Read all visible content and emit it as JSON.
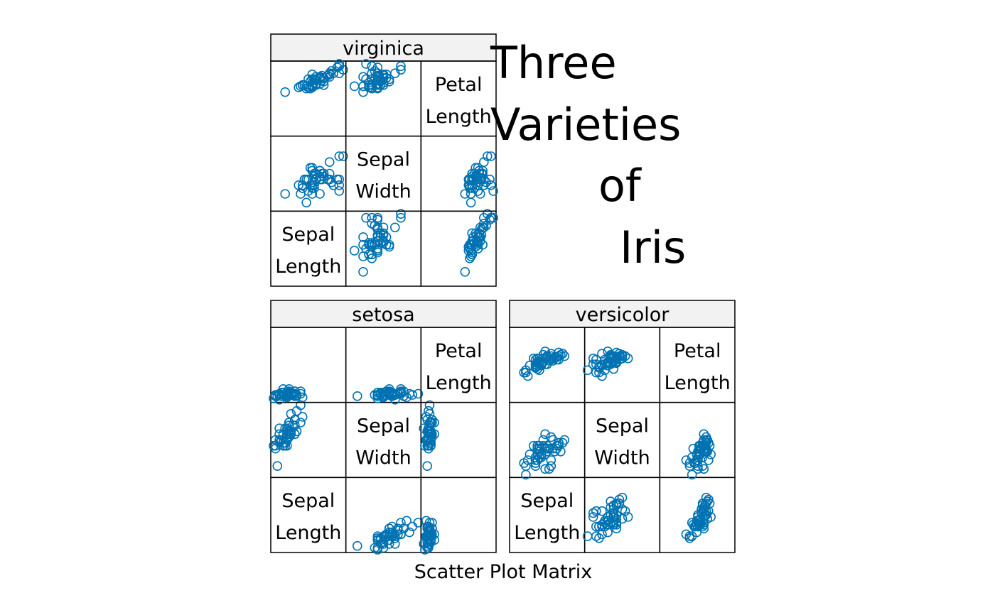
{
  "chart_data": {
    "type": "scatter",
    "subtype": "scatterplot-matrix",
    "title_lines": [
      "Three",
      "Varieties",
      "of",
      "Iris"
    ],
    "xlabel": "Scatter Plot Matrix",
    "variables": [
      {
        "name": "Sepal.Length",
        "label_lines": [
          "Sepal",
          "Length"
        ],
        "range": [
          4.3,
          7.9
        ]
      },
      {
        "name": "Sepal.Width",
        "label_lines": [
          "Sepal",
          "Width"
        ],
        "range": [
          2.0,
          4.4
        ]
      },
      {
        "name": "Petal.Length",
        "label_lines": [
          "Petal",
          "Length"
        ],
        "range": [
          1.0,
          6.9
        ]
      }
    ],
    "point_color": "#0072B2",
    "strip_color": "#F2F2F2",
    "panels": [
      {
        "name": "setosa",
        "points": [
          [
            5.1,
            3.5,
            1.4
          ],
          [
            4.9,
            3.0,
            1.4
          ],
          [
            4.7,
            3.2,
            1.3
          ],
          [
            4.6,
            3.1,
            1.5
          ],
          [
            5.0,
            3.6,
            1.4
          ],
          [
            5.4,
            3.9,
            1.7
          ],
          [
            4.6,
            3.4,
            1.4
          ],
          [
            5.0,
            3.4,
            1.5
          ],
          [
            4.4,
            2.9,
            1.4
          ],
          [
            4.9,
            3.1,
            1.5
          ],
          [
            5.4,
            3.7,
            1.5
          ],
          [
            4.8,
            3.4,
            1.6
          ],
          [
            4.8,
            3.0,
            1.4
          ],
          [
            4.3,
            3.0,
            1.1
          ],
          [
            5.8,
            4.0,
            1.2
          ],
          [
            5.7,
            4.4,
            1.5
          ],
          [
            5.4,
            3.9,
            1.3
          ],
          [
            5.1,
            3.5,
            1.4
          ],
          [
            5.7,
            3.8,
            1.7
          ],
          [
            5.1,
            3.8,
            1.5
          ],
          [
            5.4,
            3.4,
            1.7
          ],
          [
            5.1,
            3.7,
            1.5
          ],
          [
            4.6,
            3.6,
            1.0
          ],
          [
            5.1,
            3.3,
            1.7
          ],
          [
            4.8,
            3.4,
            1.9
          ],
          [
            5.0,
            3.0,
            1.6
          ],
          [
            5.0,
            3.4,
            1.6
          ],
          [
            5.2,
            3.5,
            1.5
          ],
          [
            5.2,
            3.4,
            1.4
          ],
          [
            4.7,
            3.2,
            1.6
          ],
          [
            4.8,
            3.1,
            1.6
          ],
          [
            5.4,
            3.4,
            1.5
          ],
          [
            5.2,
            4.1,
            1.5
          ],
          [
            5.5,
            4.2,
            1.4
          ],
          [
            4.9,
            3.1,
            1.5
          ],
          [
            5.0,
            3.2,
            1.2
          ],
          [
            5.5,
            3.5,
            1.3
          ],
          [
            4.9,
            3.6,
            1.4
          ],
          [
            4.4,
            3.0,
            1.3
          ],
          [
            5.1,
            3.4,
            1.5
          ],
          [
            5.0,
            3.5,
            1.3
          ],
          [
            4.5,
            2.3,
            1.3
          ],
          [
            4.4,
            3.2,
            1.3
          ],
          [
            5.0,
            3.5,
            1.6
          ],
          [
            5.1,
            3.8,
            1.9
          ],
          [
            4.8,
            3.0,
            1.4
          ],
          [
            5.1,
            3.8,
            1.6
          ],
          [
            4.6,
            3.2,
            1.4
          ],
          [
            5.3,
            3.7,
            1.5
          ],
          [
            5.0,
            3.3,
            1.4
          ]
        ]
      },
      {
        "name": "versicolor",
        "points": [
          [
            7.0,
            3.2,
            4.7
          ],
          [
            6.4,
            3.2,
            4.5
          ],
          [
            6.9,
            3.1,
            4.9
          ],
          [
            5.5,
            2.3,
            4.0
          ],
          [
            6.5,
            2.8,
            4.6
          ],
          [
            5.7,
            2.8,
            4.5
          ],
          [
            6.3,
            3.3,
            4.7
          ],
          [
            4.9,
            2.4,
            3.3
          ],
          [
            6.6,
            2.9,
            4.6
          ],
          [
            5.2,
            2.7,
            3.9
          ],
          [
            5.0,
            2.0,
            3.5
          ],
          [
            5.9,
            3.0,
            4.2
          ],
          [
            6.0,
            2.2,
            4.0
          ],
          [
            6.1,
            2.9,
            4.7
          ],
          [
            5.6,
            2.9,
            3.6
          ],
          [
            6.7,
            3.1,
            4.4
          ],
          [
            5.6,
            3.0,
            4.5
          ],
          [
            5.8,
            2.7,
            4.1
          ],
          [
            6.2,
            2.2,
            4.5
          ],
          [
            5.6,
            2.5,
            3.9
          ],
          [
            5.9,
            3.2,
            4.8
          ],
          [
            6.1,
            2.8,
            4.0
          ],
          [
            6.3,
            2.5,
            4.9
          ],
          [
            6.1,
            2.8,
            4.7
          ],
          [
            6.4,
            2.9,
            4.3
          ],
          [
            6.6,
            3.0,
            4.4
          ],
          [
            6.8,
            2.8,
            4.8
          ],
          [
            6.7,
            3.0,
            5.0
          ],
          [
            6.0,
            2.9,
            4.5
          ],
          [
            5.7,
            2.6,
            3.5
          ],
          [
            5.5,
            2.4,
            3.8
          ],
          [
            5.5,
            2.4,
            3.7
          ],
          [
            5.8,
            2.7,
            3.9
          ],
          [
            6.0,
            2.7,
            5.1
          ],
          [
            5.4,
            3.0,
            4.5
          ],
          [
            6.0,
            3.4,
            4.5
          ],
          [
            6.7,
            3.1,
            4.7
          ],
          [
            6.3,
            2.3,
            4.4
          ],
          [
            5.6,
            3.0,
            4.1
          ],
          [
            5.5,
            2.5,
            4.0
          ],
          [
            5.5,
            2.6,
            4.4
          ],
          [
            6.1,
            3.0,
            4.6
          ],
          [
            5.8,
            2.6,
            4.0
          ],
          [
            5.0,
            2.3,
            3.3
          ],
          [
            5.6,
            2.7,
            4.2
          ],
          [
            5.7,
            3.0,
            4.2
          ],
          [
            5.7,
            2.9,
            4.2
          ],
          [
            6.2,
            2.9,
            4.3
          ],
          [
            5.1,
            2.5,
            3.0
          ],
          [
            5.7,
            2.8,
            4.1
          ]
        ]
      },
      {
        "name": "virginica",
        "points": [
          [
            6.3,
            3.3,
            6.0
          ],
          [
            5.8,
            2.7,
            5.1
          ],
          [
            7.1,
            3.0,
            5.9
          ],
          [
            6.3,
            2.9,
            5.6
          ],
          [
            6.5,
            3.0,
            5.8
          ],
          [
            7.6,
            3.0,
            6.6
          ],
          [
            4.9,
            2.5,
            4.5
          ],
          [
            7.3,
            2.9,
            6.3
          ],
          [
            6.7,
            2.5,
            5.8
          ],
          [
            7.2,
            3.6,
            6.1
          ],
          [
            6.5,
            3.2,
            5.1
          ],
          [
            6.4,
            2.7,
            5.3
          ],
          [
            6.8,
            3.0,
            5.5
          ],
          [
            5.7,
            2.5,
            5.0
          ],
          [
            5.8,
            2.8,
            5.1
          ],
          [
            6.4,
            3.2,
            5.3
          ],
          [
            6.5,
            3.0,
            5.5
          ],
          [
            7.7,
            3.8,
            6.7
          ],
          [
            7.7,
            2.6,
            6.9
          ],
          [
            6.0,
            2.2,
            5.0
          ],
          [
            6.9,
            3.2,
            5.7
          ],
          [
            5.6,
            2.8,
            4.9
          ],
          [
            7.7,
            2.8,
            6.7
          ],
          [
            6.3,
            2.7,
            4.9
          ],
          [
            6.7,
            3.3,
            5.7
          ],
          [
            7.2,
            3.2,
            6.0
          ],
          [
            6.2,
            2.8,
            4.8
          ],
          [
            6.1,
            3.0,
            4.9
          ],
          [
            6.4,
            2.8,
            5.6
          ],
          [
            7.2,
            3.0,
            5.8
          ],
          [
            7.4,
            2.8,
            6.1
          ],
          [
            7.9,
            3.8,
            6.4
          ],
          [
            6.4,
            2.8,
            5.6
          ],
          [
            6.3,
            2.8,
            5.1
          ],
          [
            6.1,
            2.6,
            5.6
          ],
          [
            7.7,
            3.0,
            6.1
          ],
          [
            6.3,
            3.4,
            5.6
          ],
          [
            6.4,
            3.1,
            5.5
          ],
          [
            6.0,
            3.0,
            4.8
          ],
          [
            6.9,
            3.1,
            5.4
          ],
          [
            6.7,
            3.1,
            5.6
          ],
          [
            6.9,
            3.1,
            5.1
          ],
          [
            5.8,
            2.7,
            5.1
          ],
          [
            6.8,
            3.2,
            5.9
          ],
          [
            6.7,
            3.3,
            5.7
          ],
          [
            6.7,
            3.0,
            5.2
          ],
          [
            6.3,
            2.5,
            5.0
          ],
          [
            6.5,
            3.0,
            5.2
          ],
          [
            6.2,
            3.4,
            5.4
          ],
          [
            5.9,
            3.0,
            5.1
          ]
        ]
      }
    ]
  }
}
